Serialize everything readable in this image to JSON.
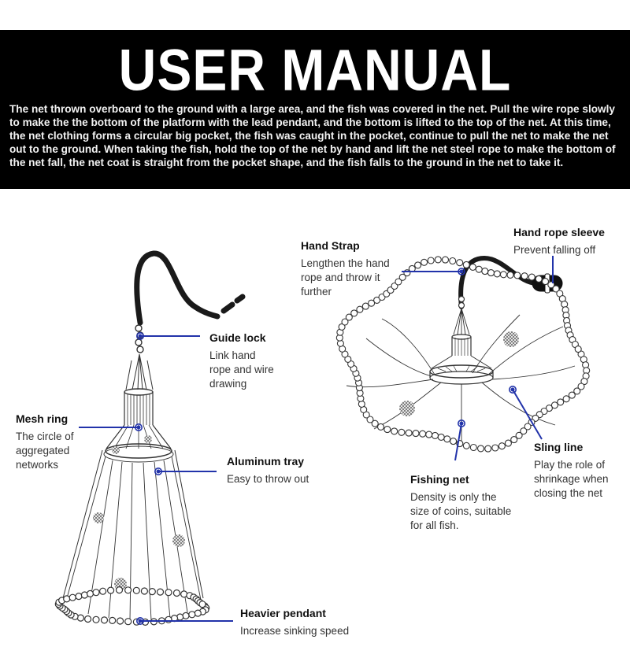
{
  "header": {
    "title": "USER MANUAL",
    "intro": "The net thrown overboard to the ground with a large area, and the fish was covered in the net. Pull the wire rope slowly to make the  the bottom of the platform with the lead pendant, and the bottom is lifted to the top of the net. At this time, the net clothing forms a circular big pocket, the fish was caught in the pocket, continue to pull the net to make the net out to the ground. When taking the fish, hold the top of the net by hand and lift the net steel rope to make the bottom of the net fall, the net coat is straight from the pocket shape, and the fish falls to the ground in the net to take it."
  },
  "labels": {
    "hand_strap": {
      "title": "Hand Strap",
      "desc": [
        "Lengthen the hand",
        "rope and throw it",
        "further"
      ]
    },
    "hand_rope_sleeve": {
      "title": "Hand rope sleeve",
      "desc": [
        "Prevent falling off"
      ]
    },
    "guide_lock": {
      "title": "Guide lock",
      "desc": [
        "Link hand",
        "rope and wire",
        "drawing"
      ]
    },
    "mesh_ring": {
      "title": "Mesh ring",
      "desc": [
        "The circle of",
        "aggregated",
        "networks"
      ]
    },
    "aluminum_tray": {
      "title": "Aluminum tray",
      "desc": [
        "Easy to throw out"
      ]
    },
    "sling_line": {
      "title": "Sling line",
      "desc": [
        "Play the role of",
        "shrinkage when",
        "closing the net"
      ]
    },
    "fishing_net": {
      "title": "Fishing net",
      "desc": [
        "Density is only the",
        "size of coins, suitable",
        "for all fish."
      ]
    },
    "heavier_pendant": {
      "title": "Heavier pendant",
      "desc": [
        "Increase sinking speed"
      ]
    }
  },
  "colors": {
    "header_bg": "#000000",
    "header_text": "#ffffff",
    "callout_line": "#2233aa",
    "drawing": "#333333"
  }
}
